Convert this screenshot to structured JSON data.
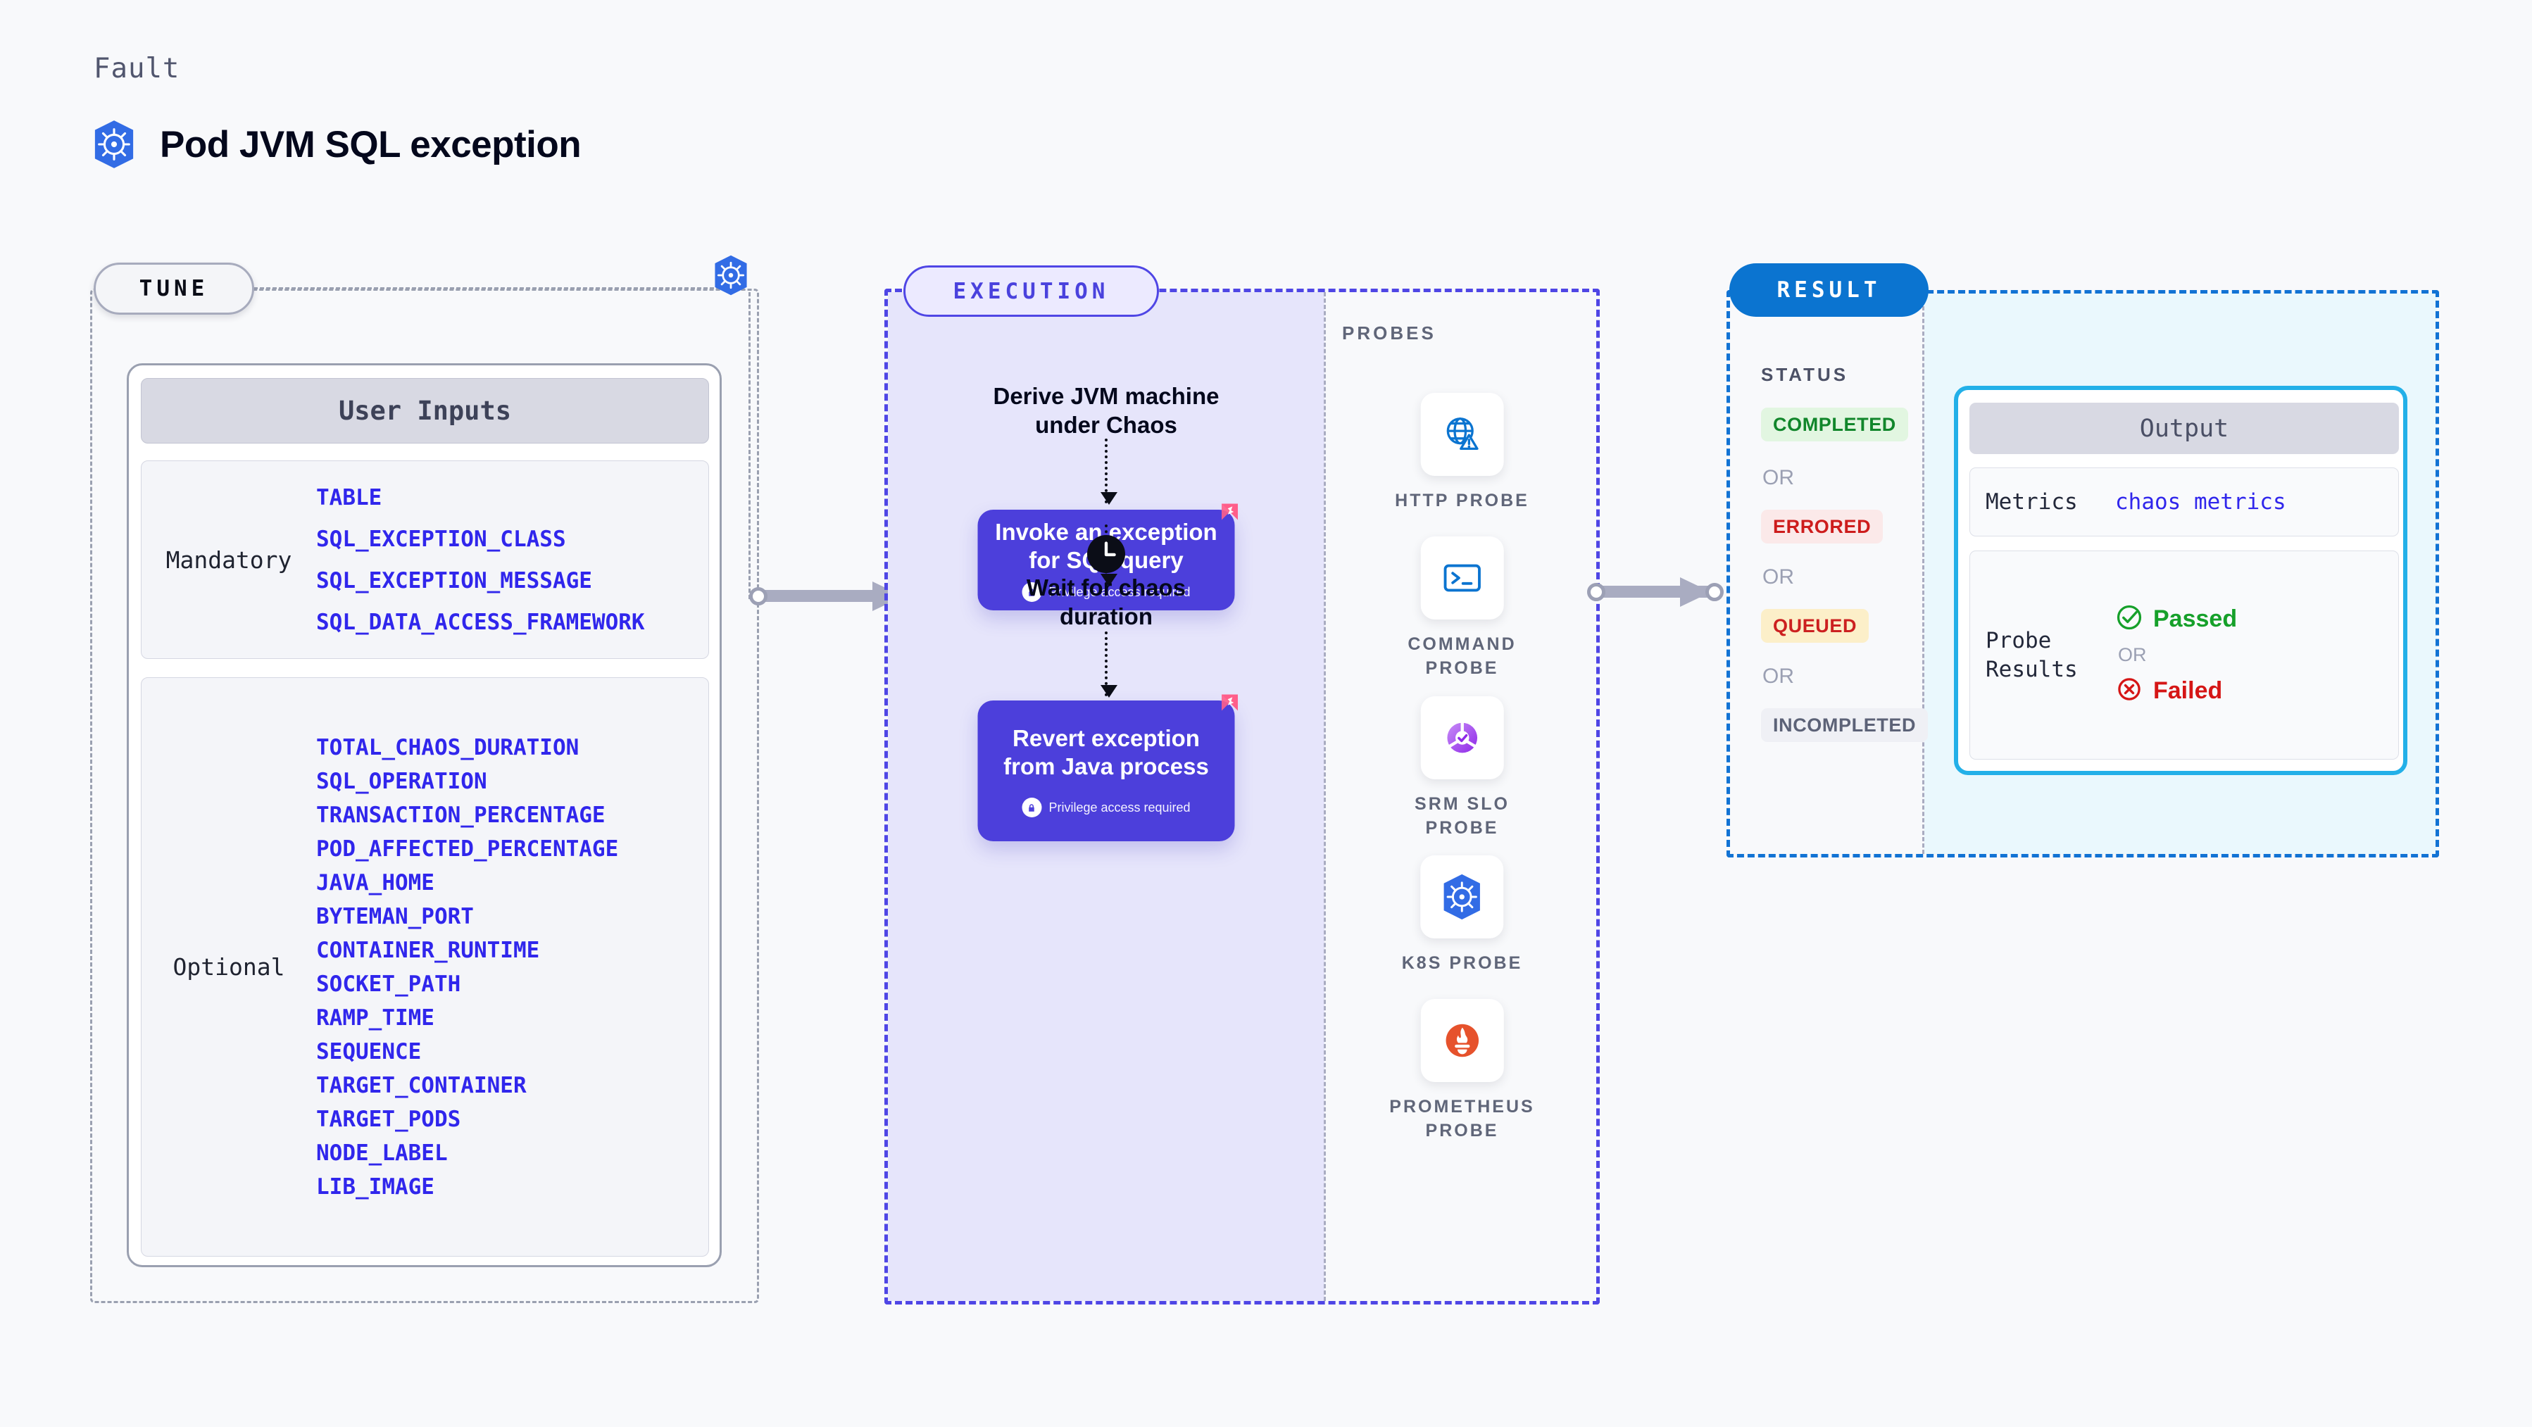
{
  "header": {
    "eyebrow": "Fault",
    "title": "Pod JVM SQL exception",
    "icon": "kubernetes-icon"
  },
  "tune": {
    "badge": "TUNE",
    "icon": "kubernetes-icon",
    "card_title": "User Inputs",
    "groups": [
      {
        "label": "Mandatory",
        "params": [
          "TABLE",
          "SQL_EXCEPTION_CLASS",
          "SQL_EXCEPTION_MESSAGE",
          "SQL_DATA_ACCESS_FRAMEWORK"
        ]
      },
      {
        "label": "Optional",
        "params": [
          "TOTAL_CHAOS_DURATION",
          "SQL_OPERATION",
          "TRANSACTION_PERCENTAGE",
          "POD_AFFECTED_PERCENTAGE",
          "JAVA_HOME",
          "BYTEMAN_PORT",
          "CONTAINER_RUNTIME",
          "SOCKET_PATH",
          "RAMP_TIME",
          "SEQUENCE",
          "TARGET_CONTAINER",
          "TARGET_PODS",
          "NODE_LABEL",
          "LIB_IMAGE"
        ]
      }
    ]
  },
  "execution": {
    "badge": "EXECUTION",
    "flow": {
      "derive_title": "Derive JVM machine\nunder Chaos",
      "step1_title": "Invoke an exception\nfor SQL query",
      "step1_sub": "Privilege access required",
      "wait_title": "Wait for chaos\nduration",
      "wait_icon": "clock-icon",
      "step2_title": "Revert exception\nfrom Java process",
      "step2_sub": "Privilege access required"
    }
  },
  "probes": {
    "label": "PROBES",
    "items": [
      {
        "name": "HTTP PROBE",
        "icon": "globe-warning-icon"
      },
      {
        "name": "COMMAND PROBE",
        "icon": "terminal-icon"
      },
      {
        "name": "SRM SLO PROBE",
        "icon": "srm-slo-icon"
      },
      {
        "name": "K8S PROBE",
        "icon": "kubernetes-icon"
      },
      {
        "name": "PROMETHEUS PROBE",
        "icon": "prometheus-icon"
      }
    ]
  },
  "result": {
    "badge": "RESULT",
    "status_label": "STATUS",
    "or_label": "OR",
    "statuses": [
      {
        "label": "COMPLETED",
        "bg": "#e2f6e1",
        "fg": "#11862b"
      },
      {
        "label": "ERRORED",
        "bg": "#fbe9e9",
        "fg": "#cd1c1c"
      },
      {
        "label": "QUEUED",
        "bg": "#fcefc9",
        "fg": "#cc2020"
      },
      {
        "label": "INCOMPLETED",
        "bg": "#eff0f5",
        "fg": "#5c6277"
      }
    ],
    "output": {
      "title": "Output",
      "metrics_key": "Metrics",
      "metrics_value": "chaos metrics",
      "probe_results_key": "Probe\nResults",
      "passed_label": "Passed",
      "failed_label": "Failed",
      "or_label": "OR",
      "passed_icon": "check-circle-icon",
      "failed_icon": "x-circle-icon"
    }
  },
  "colors": {
    "accent_indigo": "#4f46e5",
    "accent_blue": "#1273d4",
    "accent_cyan": "#23b0e8",
    "param_blue": "#3026ec",
    "k8s_blue": "#326ce5",
    "harness_pink": "#ff5e8a",
    "prometheus_orange": "#e6522c"
  }
}
